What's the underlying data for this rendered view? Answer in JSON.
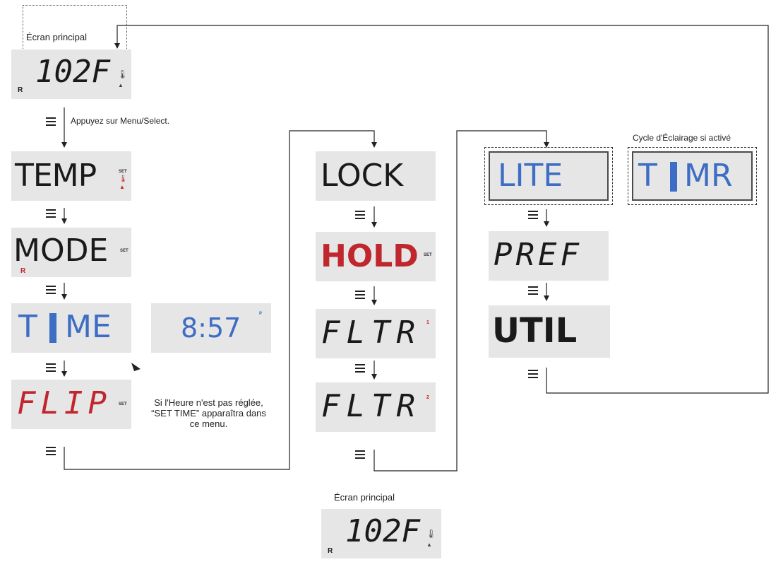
{
  "main_screen_label": "Écran principal",
  "main_screen_display": "102F",
  "press_menu_text": "Appuyez sur Menu/Select.",
  "light_cycle_text": "Cycle d'Éclairage si activé",
  "time_note": [
    "Si l'Heure n'est pas réglée,",
    "“SET TIME”  apparaîtra dans",
    "ce menu."
  ],
  "indicators": {
    "set": "SET",
    "r": "R",
    "p": "P",
    "filter1": "1",
    "filter2": "2"
  },
  "screens": {
    "temp": "TEMP",
    "mode": "MODE",
    "time_t": "T",
    "time_me": "ME",
    "clock": "8:57",
    "flip": "FLIP",
    "lock": "LOCK",
    "hold": "HOLD",
    "fltr1": "FLTR",
    "fltr2": "FLTR",
    "lite": "LITE",
    "timr_t": "T",
    "timr_mr": "MR",
    "pref": "PREF",
    "util": "UTIL"
  },
  "colors": {
    "black": "#1a1a1a",
    "red": "#c0262d",
    "blue": "#3d6dc4",
    "lcd_bg": "#e6e6e6"
  }
}
